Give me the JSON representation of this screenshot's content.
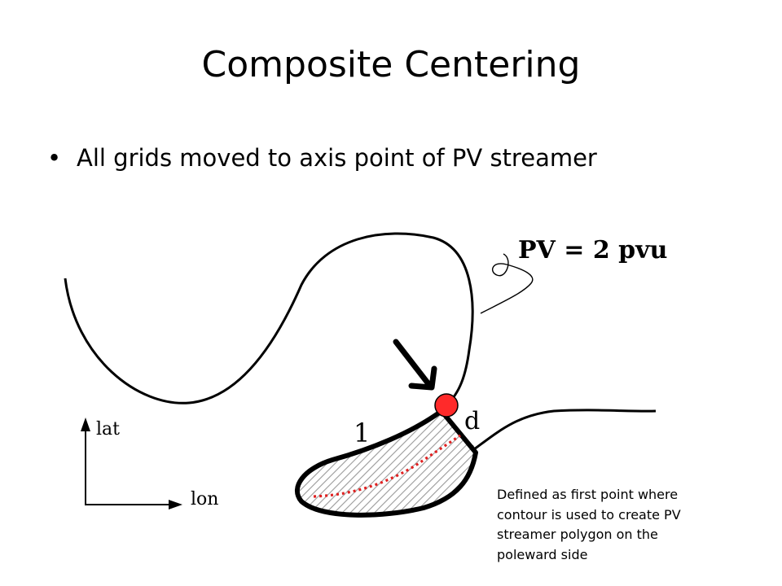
{
  "slide": {
    "title": "Composite Centering",
    "bullets": [
      "All grids moved to axis point of PV streamer"
    ]
  },
  "diagram": {
    "pv_label": "PV = 2 pvu",
    "length_label": "1",
    "distance_label": "d",
    "lat_label": "lat",
    "lon_label": "lon",
    "axis_point_color": "#ff2a2a",
    "dotted_line_color": "#e02020"
  },
  "caption": {
    "lines": [
      "Defined as first point where",
      "contour is used to create PV",
      "streamer polygon on the",
      "poleward side"
    ]
  }
}
